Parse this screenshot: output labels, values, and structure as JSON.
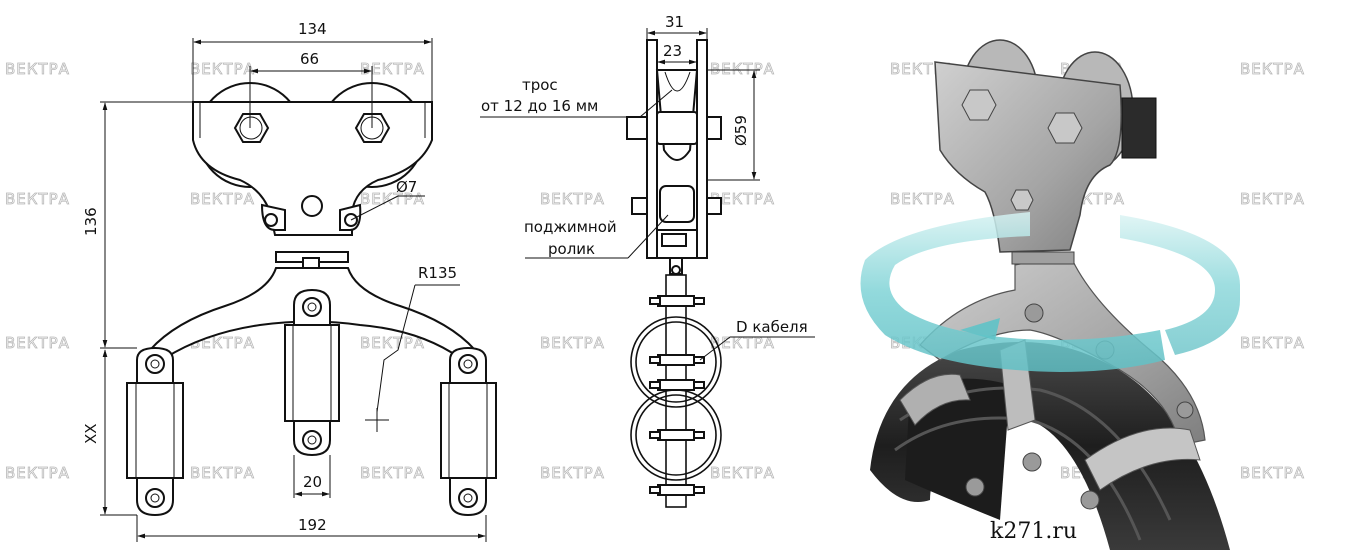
{
  "watermark": "ВЕКТРА",
  "front_view": {
    "dim_width_top": "134",
    "dim_wheel_spacing": "66",
    "dim_height": "136",
    "dim_hole": "Ø7",
    "dim_radius": "R135",
    "dim_clamp_height": "XX",
    "dim_clamp_width": "20",
    "dim_total_width": "192"
  },
  "side_view": {
    "dim_outer": "31",
    "dim_inner": "23",
    "dim_wheel_diameter": "Ø59",
    "label_cable_line1": "трос",
    "label_cable_line2": "от 12 до 16 мм",
    "label_roller_line1": "поджимной",
    "label_roller_line2": "ролик",
    "label_cable_diameter": "D кабеля"
  },
  "site_label": "k271.ru",
  "colors": {
    "ring": "#7fd3d6",
    "ring_light": "#c9efef",
    "metal": "#a9a9a9",
    "metal_dark": "#6f6f6f",
    "cable": "#2b2b2b",
    "band": "#b5b5b5"
  }
}
